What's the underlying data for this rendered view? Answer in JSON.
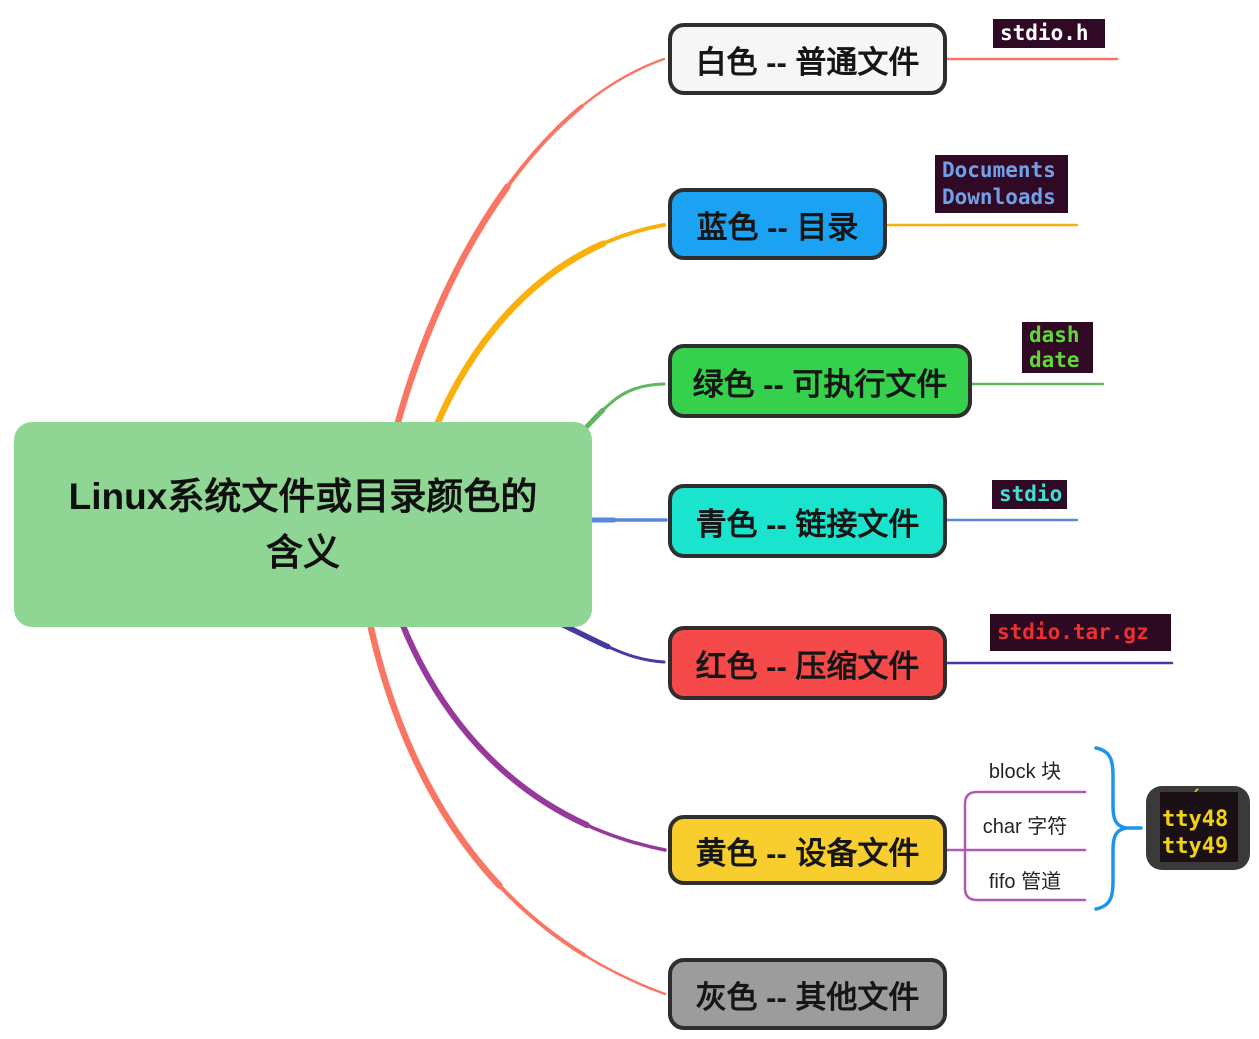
{
  "root": {
    "label": "Linux系统文件或目录颜色的含义",
    "fill": "#8fd694"
  },
  "branches": [
    {
      "name": "white",
      "label": "白色 -- 普通文件",
      "fill": "#f6f6f6",
      "line_color": "#f97664",
      "example_box": {
        "bg": "#300a24",
        "text_color": "#ffffff",
        "lines": [
          "stdio.h"
        ]
      }
    },
    {
      "name": "blue",
      "label": "蓝色 -- 目录",
      "fill": "#1ba2f3",
      "line_color": "#f9b00b",
      "example_box": {
        "bg": "#300a24",
        "text_color": "#72a0e8",
        "lines": [
          "Documents",
          "Downloads"
        ]
      }
    },
    {
      "name": "green",
      "label": "绿色 -- 可执行文件",
      "fill": "#36d14c",
      "line_color": "#5cb85c",
      "example_box": {
        "bg": "#300a24",
        "text_color": "#5fd838",
        "lines": [
          "dash",
          "date"
        ]
      }
    },
    {
      "name": "cyan",
      "label": "青色 -- 链接文件",
      "fill": "#1be4ce",
      "line_color": "#5a87d7",
      "example_box": {
        "bg": "#300a24",
        "text_color": "#3fe0d0",
        "lines": [
          "stdio"
        ]
      }
    },
    {
      "name": "red",
      "label": "红色 -- 压缩文件",
      "fill": "#f64a4a",
      "line_color": "#453aa4",
      "example_box": {
        "bg": "#2d0922",
        "text_color": "#ed2f2f",
        "lines": [
          "stdio.tar.gz"
        ]
      }
    },
    {
      "name": "yellow",
      "label": "黄色 -- 设备文件",
      "fill": "#f7ce2d",
      "line_color": "#96399b",
      "connector_color": "#b05bb0",
      "brace_color": "#1e96e8",
      "children": [
        {
          "label": "block 块"
        },
        {
          "label": "char 字符"
        },
        {
          "label": "fifo 管道"
        }
      ],
      "example_box": {
        "bg": "#3a3a3a",
        "inner_bg": "#1b1016",
        "text_color": "#f0d413",
        "clipped_mark": "´",
        "lines": [
          "tty48",
          "tty49"
        ]
      }
    },
    {
      "name": "gray",
      "label": "灰色 -- 其他文件",
      "fill": "#9c9c9c",
      "line_color": "#f97664"
    }
  ]
}
